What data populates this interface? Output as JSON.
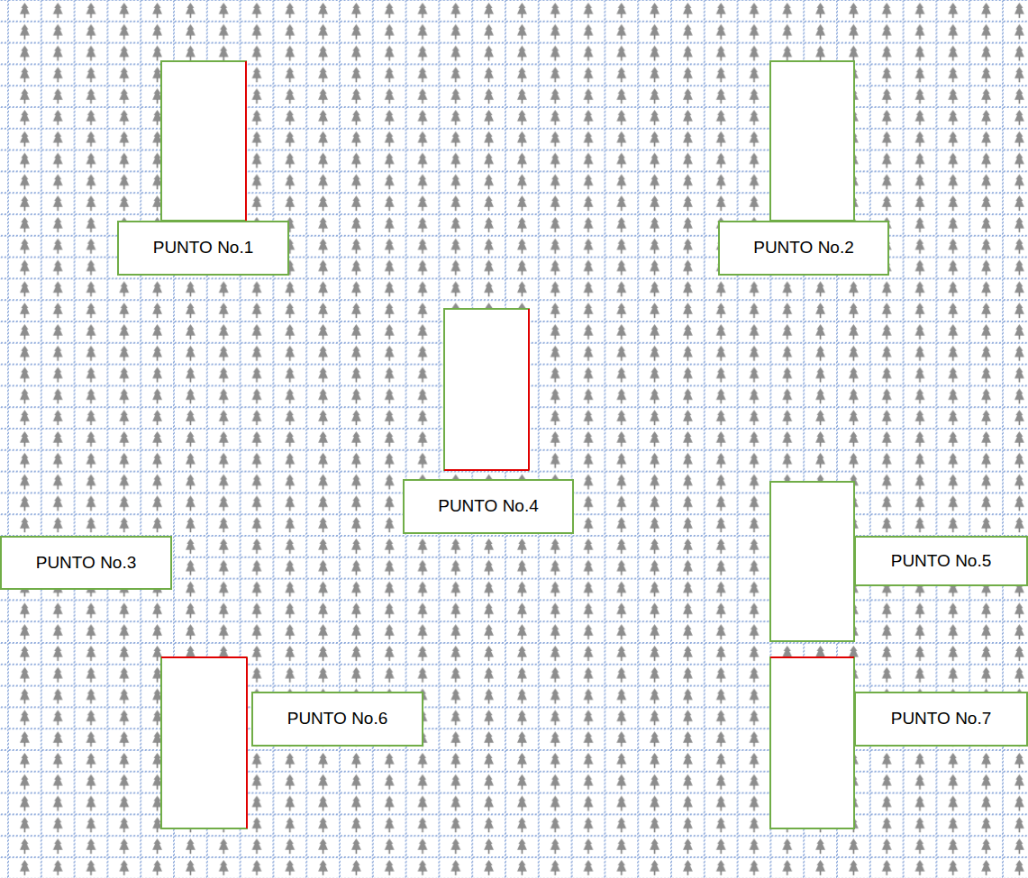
{
  "diagram": {
    "nodes": [
      {
        "text": [
          "PUNTO No.1"
        ]
      },
      {
        "text": [
          "PUNTO No.2"
        ]
      },
      {
        "text": [
          "PUNTO No.4"
        ]
      },
      {
        "text": [
          "PUNTO No.3"
        ]
      },
      {
        "text": [
          "PUNTO No.5"
        ]
      },
      {
        "text": [
          "PUNTO No.6"
        ]
      },
      {
        "text": [
          "PUNTO No.7"
        ]
      }
    ]
  }
}
